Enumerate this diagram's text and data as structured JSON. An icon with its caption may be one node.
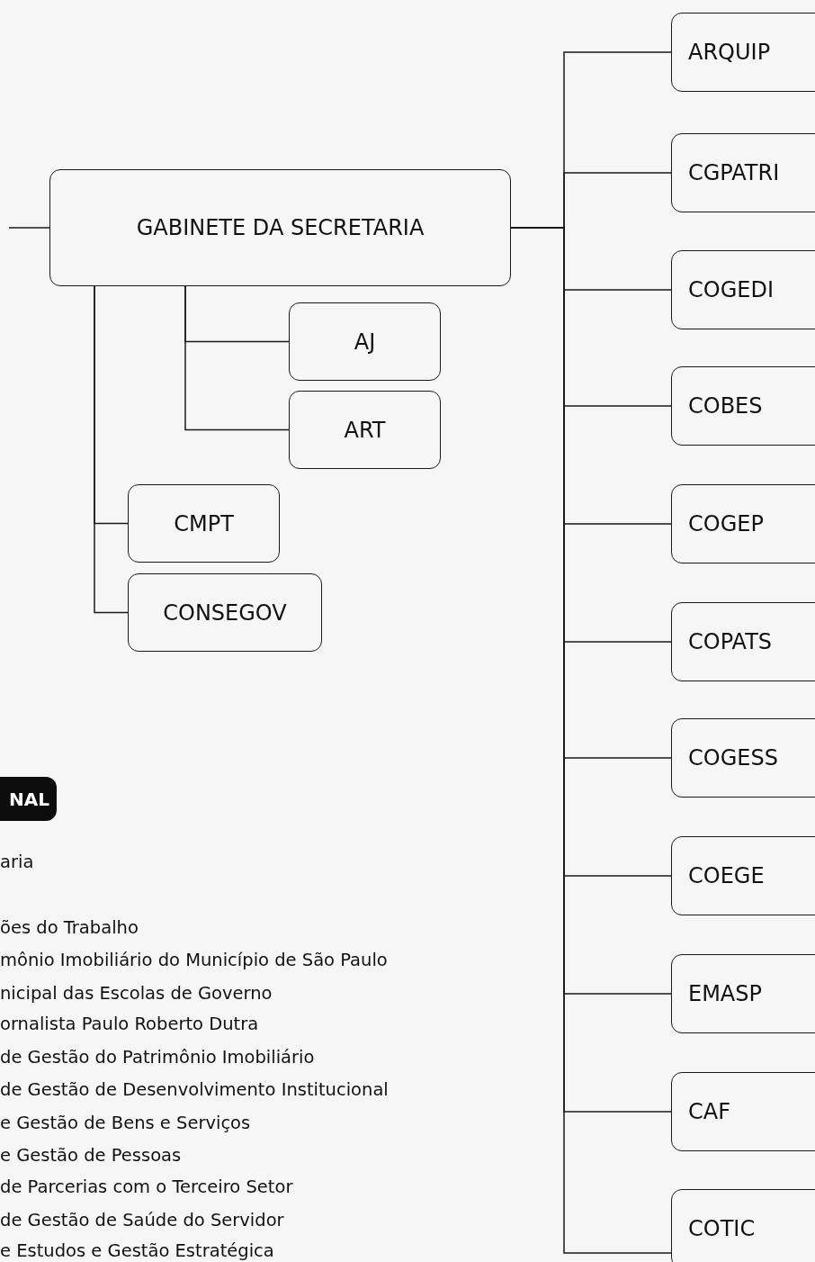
{
  "diagram": {
    "nodes": [
      {
        "text": [
          "GABINETE DA SECRETARIA"
        ]
      },
      {
        "text": [
          "AJ"
        ]
      },
      {
        "text": [
          "ART"
        ]
      },
      {
        "text": [
          "CMPT"
        ]
      },
      {
        "text": [
          "CONSEGOV"
        ]
      },
      {
        "text": [
          "ARQUIP"
        ]
      },
      {
        "text": [
          "CGPATRI"
        ]
      },
      {
        "text": [
          "COGEDI"
        ]
      },
      {
        "text": [
          "COBES"
        ]
      },
      {
        "text": [
          "COGEP"
        ]
      },
      {
        "text": [
          "COPATS"
        ]
      },
      {
        "text": [
          "COGESS"
        ]
      },
      {
        "text": [
          "COEGE"
        ]
      },
      {
        "text": [
          "EMASP"
        ]
      },
      {
        "text": [
          "CAF"
        ]
      },
      {
        "text": [
          "COTIC"
        ]
      },
      {
        "text": [
          "NAL"
        ]
      }
    ],
    "edges": [
      {
        "from": null,
        "to": 0,
        "arrow": "none"
      },
      {
        "from": 0,
        "to": 1,
        "arrow": "none"
      },
      {
        "from": 0,
        "to": 2,
        "arrow": "none"
      },
      {
        "from": 0,
        "to": 3,
        "arrow": "none"
      },
      {
        "from": 0,
        "to": 4,
        "arrow": "none"
      },
      {
        "from": 0,
        "to": 5,
        "arrow": "none"
      },
      {
        "from": 0,
        "to": 6,
        "arrow": "none"
      },
      {
        "from": 0,
        "to": 7,
        "arrow": "none"
      },
      {
        "from": 0,
        "to": 8,
        "arrow": "none"
      },
      {
        "from": 0,
        "to": 9,
        "arrow": "none"
      },
      {
        "from": 0,
        "to": 10,
        "arrow": "none"
      },
      {
        "from": 0,
        "to": 11,
        "arrow": "none"
      },
      {
        "from": 0,
        "to": 12,
        "arrow": "none"
      },
      {
        "from": 0,
        "to": 13,
        "arrow": "none"
      },
      {
        "from": 0,
        "to": 14,
        "arrow": "none"
      },
      {
        "from": 0,
        "to": 15,
        "arrow": "none"
      }
    ],
    "labels": [
      "aria",
      "ões do Trabalho",
      "mônio Imobiliário do Município de São Paulo",
      "nicipal das Escolas de Governo",
      "ornalista Paulo Roberto Dutra",
      "de Gestão do Patrimônio Imobiliário",
      "de Gestão de Desenvolvimento Institucional",
      "e Gestão de Bens e Serviços",
      "e Gestão de Pessoas",
      "de Parcerias com o Terceiro Setor",
      "de Gestão de Saúde do Servidor",
      "e Estudos e Gestão Estratégica"
    ]
  }
}
